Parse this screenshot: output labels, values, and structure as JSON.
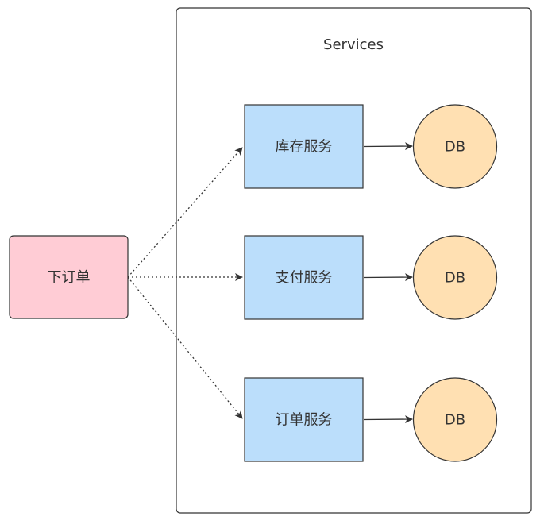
{
  "services_group": {
    "label": "Services"
  },
  "order_node": {
    "label": "下订单",
    "fill": "#ffccd5"
  },
  "services": [
    {
      "label": "库存服务",
      "db_label": "DB"
    },
    {
      "label": "支付服务",
      "db_label": "DB"
    },
    {
      "label": "订单服务",
      "db_label": "DB"
    }
  ],
  "colors": {
    "service_fill": "#bbdefb",
    "db_fill": "#ffe0b2",
    "stroke": "#333333"
  }
}
